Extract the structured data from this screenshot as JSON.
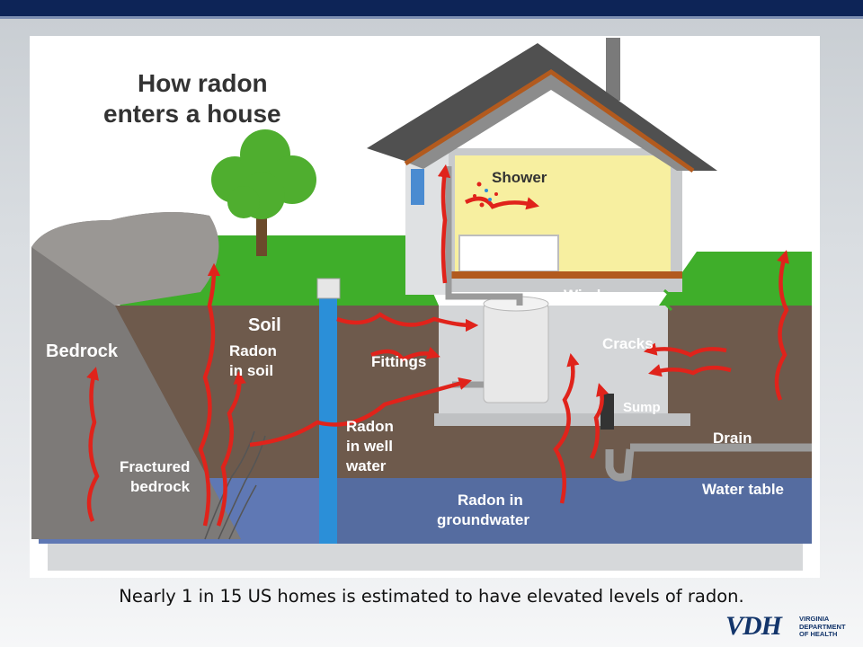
{
  "diagram": {
    "title_line1": "How radon",
    "title_line2": "enters a house",
    "labels": {
      "shower": "Shower",
      "windows": "Windows",
      "cracks": "Cracks",
      "soil": "Soil",
      "radon_in_soil_1": "Radon",
      "radon_in_soil_2": "in soil",
      "bedrock": "Bedrock",
      "fittings": "Fittings",
      "sump": "Sump",
      "drain": "Drain",
      "radon_well_1": "Radon",
      "radon_well_2": "in well",
      "radon_well_3": "water",
      "fractured_1": "Fractured",
      "fractured_2": "bedrock",
      "water_table": "Water table",
      "groundwater_1": "Radon in",
      "groundwater_2": "groundwater"
    },
    "colors": {
      "radon_arrow": "#e0231b",
      "grass": "#3fae2a",
      "soil": "#6e5a4c",
      "bedrock": "#7d7a78",
      "groundwater": "#5f78b4",
      "well_pipe": "#2b8fd8"
    }
  },
  "caption": "Nearly 1 in 15 US homes is estimated to have elevated levels of radon.",
  "logo": {
    "mark": "VDH",
    "name_line1": "VIRGINIA",
    "name_line2": "DEPARTMENT",
    "name_line3": "OF HEALTH"
  }
}
